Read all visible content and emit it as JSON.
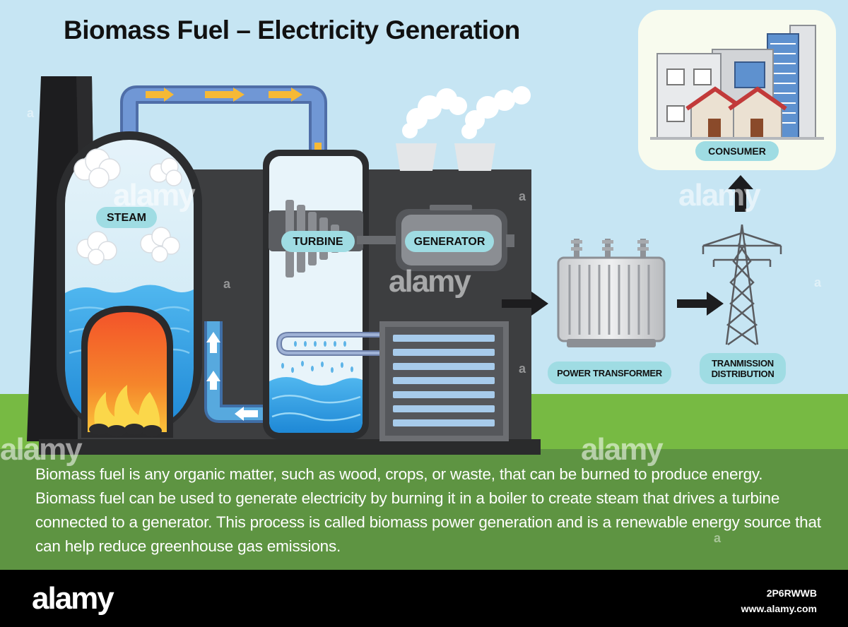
{
  "title": "Biomass Fuel – Electricity Generation",
  "labels": {
    "steam": "STEAM",
    "turbine": "TURBINE",
    "generator": "GENERATOR",
    "consumer": "CONSUMER",
    "power_transformer": "POWER TRANSFORMER",
    "transmission_line1": "TRANMISSION",
    "transmission_line2": "DISTRIBUTION"
  },
  "description": "Biomass fuel is any organic matter, such as wood, crops, or waste, that can be burned to produce energy. Biomass fuel can be used to generate electricity by burning it in a boiler to create steam that drives a turbine connected to a generator. This process is called biomass power generation and is a renewable energy source that can help reduce greenhouse gas emissions.",
  "watermark": {
    "brand": "alamy",
    "small": "a"
  },
  "footer": {
    "logo": "alamy",
    "image_id": "2P6RWWB",
    "url": "www.alamy.com"
  },
  "colors": {
    "sky": "#c6e5f3",
    "grass": "#77ba43",
    "text_band": "#5e9442",
    "plant_body": "#3d3e40",
    "label_pill": "#9fdce3",
    "water": "#2f9fe0",
    "steam_pipe": "#6c8fcc",
    "arrow_yellow": "#f6b936"
  }
}
